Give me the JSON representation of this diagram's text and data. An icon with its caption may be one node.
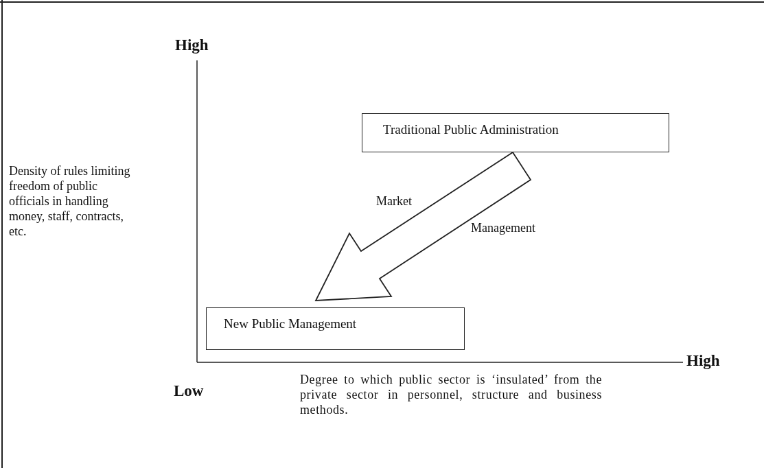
{
  "diagram": {
    "nodes": [
      {
        "text": [
          "Traditional Public Administration"
        ]
      },
      {
        "text": [
          "New Public Management"
        ]
      }
    ],
    "edges": [
      {
        "from": 0,
        "to": 1,
        "arrow": "to",
        "style": "thick",
        "label": "Market"
      }
    ],
    "labels": [
      "High",
      "Density of rules limiting freedom of public officials in handling money, staff, contracts, etc.",
      "Management",
      "High",
      "Low",
      "Degree to which public sector is ‘insulated’ from the private sector in personnel, structure and business methods."
    ]
  }
}
